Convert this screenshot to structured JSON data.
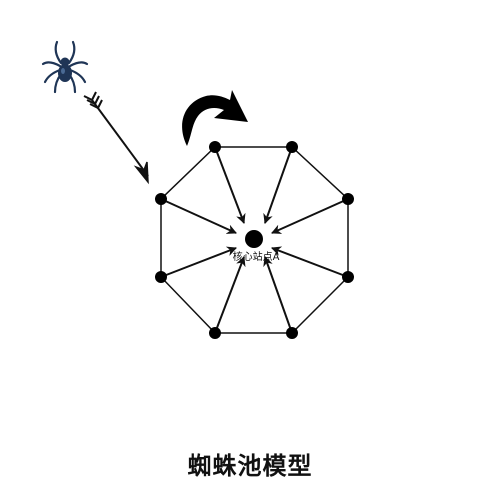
{
  "diagram": {
    "center_node_label": "核心站点A",
    "caption": "蜘蛛池模型",
    "outer_node_count": 8,
    "icons": {
      "spider": "spider-icon",
      "incoming_arrow": "feathered-arrow-icon",
      "rotation_arrow": "curved-arrow-icon"
    },
    "colors": {
      "lines": "#111111",
      "nodes": "#000000",
      "spider": "#1f3556",
      "text": "#111111",
      "background": "#ffffff"
    }
  }
}
